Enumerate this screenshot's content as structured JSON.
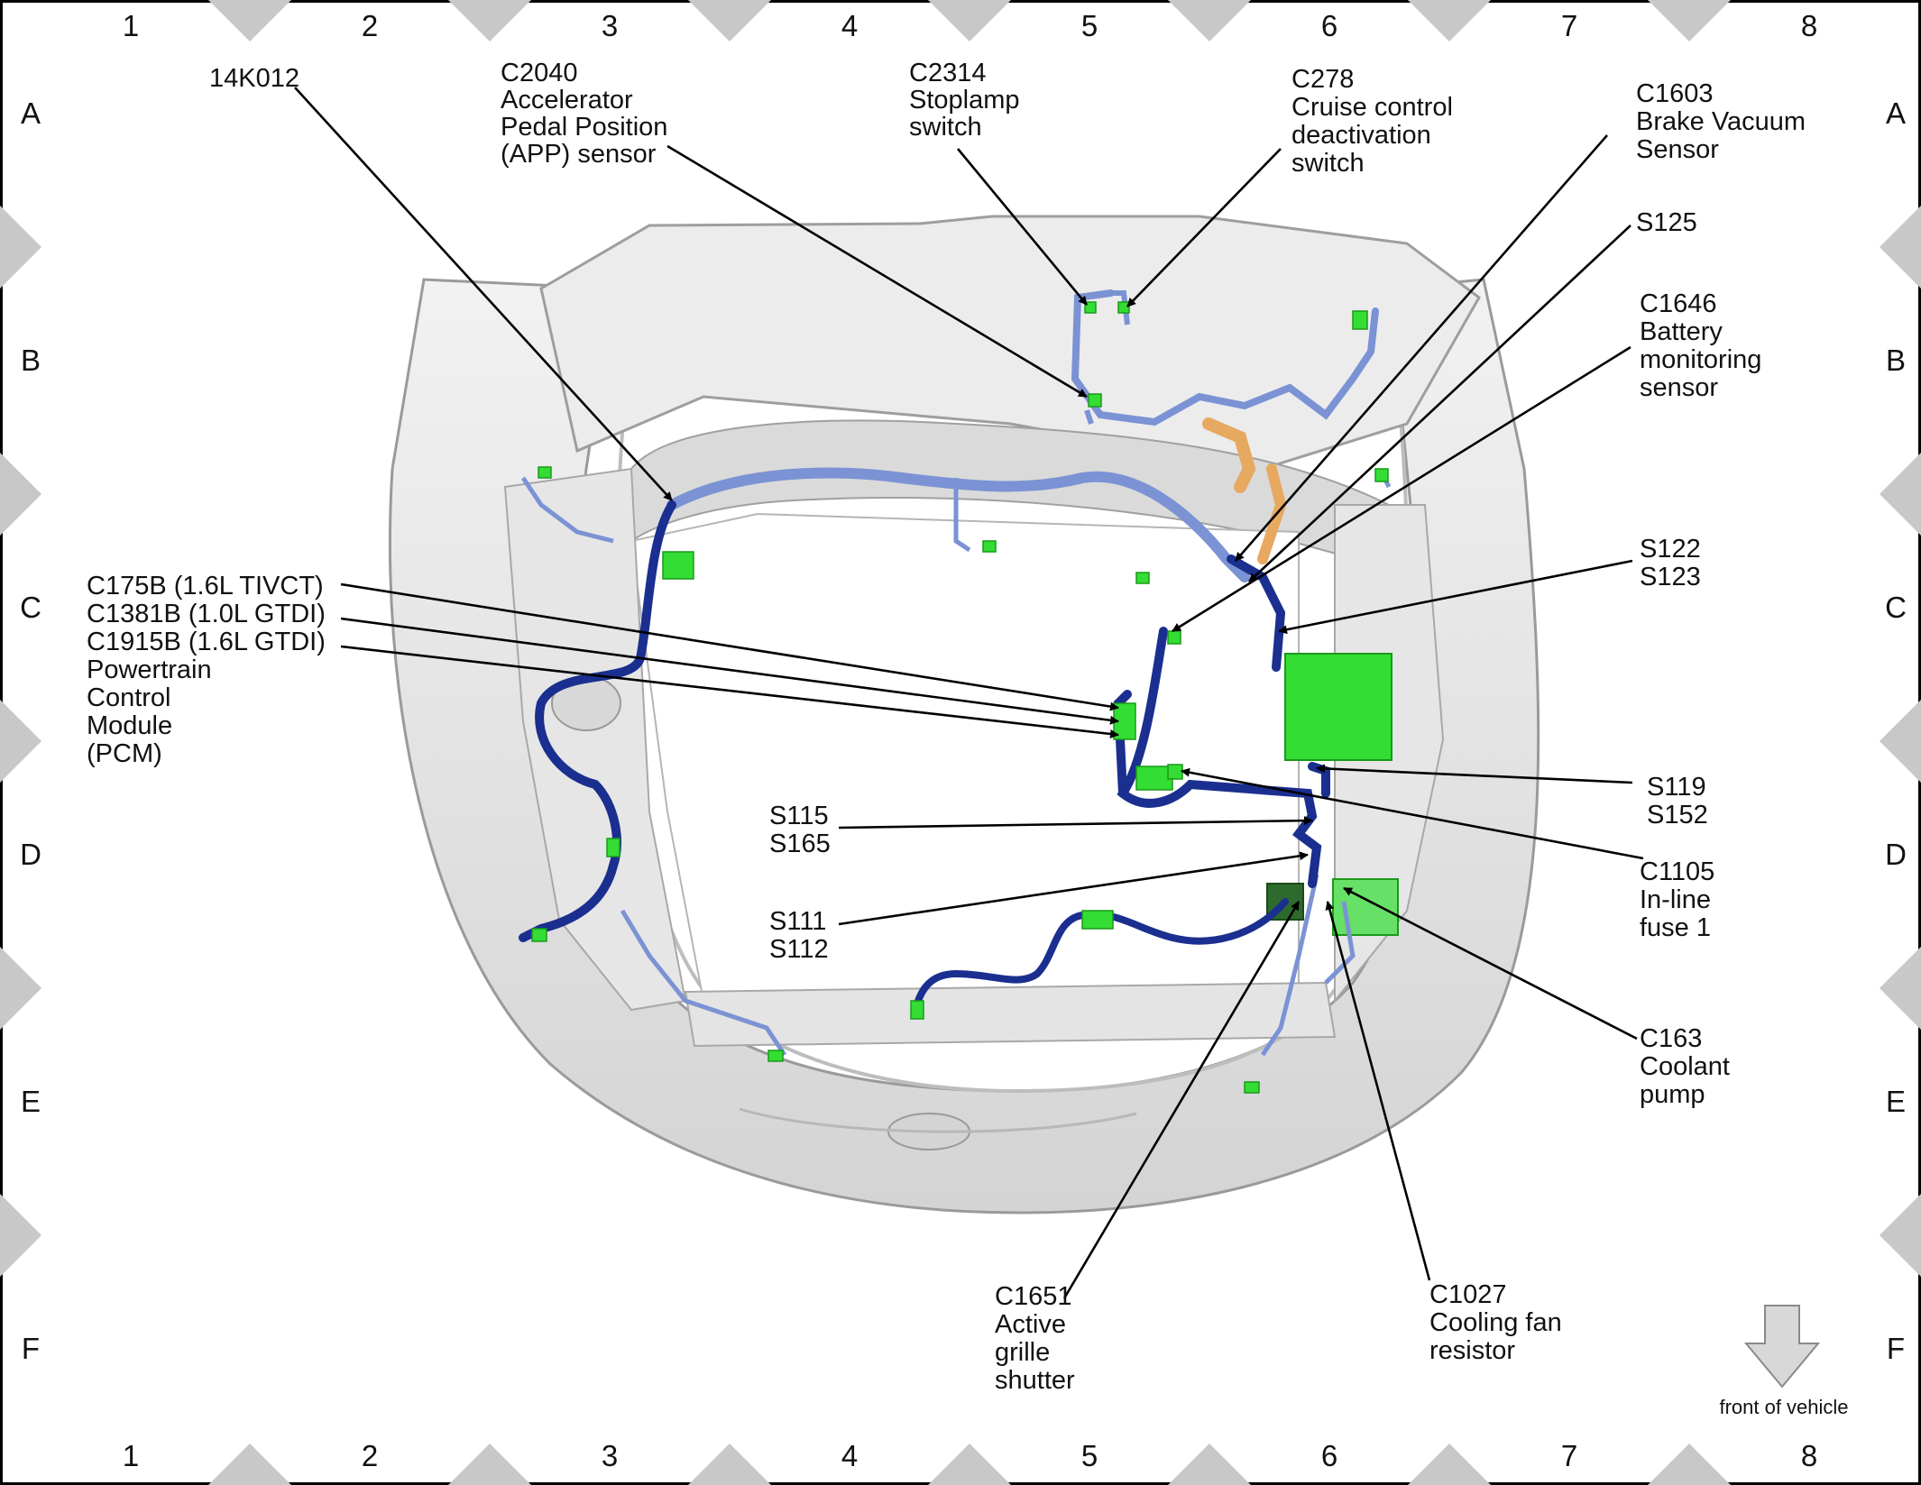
{
  "grid": {
    "columns": [
      "1",
      "2",
      "3",
      "4",
      "5",
      "6",
      "7",
      "8"
    ],
    "rows": [
      "A",
      "B",
      "C",
      "D",
      "E",
      "F"
    ]
  },
  "callouts": {
    "c14k012": [
      "14K012"
    ],
    "c2040": [
      "C2040",
      "Accelerator",
      "Pedal Position",
      "(APP) sensor"
    ],
    "c2314": [
      "C2314",
      "Stoplamp",
      "switch"
    ],
    "c278": [
      "C278",
      "Cruise control",
      "deactivation",
      "switch"
    ],
    "c1603": [
      "C1603",
      "Brake Vacuum",
      "Sensor"
    ],
    "s125": [
      "S125"
    ],
    "c1646": [
      "C1646",
      "Battery",
      "monitoring",
      "sensor"
    ],
    "s122": [
      "S122",
      "S123"
    ],
    "pcm": [
      "C175B (1.6L TIVCT)",
      "C1381B (1.0L GTDI)",
      "C1915B (1.6L GTDI)",
      "Powertrain",
      "Control",
      "Module",
      "(PCM)"
    ],
    "s119": [
      "S119",
      "S152"
    ],
    "s115": [
      "S115",
      "S165"
    ],
    "c1105": [
      "C1105",
      "In-line",
      "fuse 1"
    ],
    "s111": [
      "S111",
      "S112"
    ],
    "c163": [
      "C163",
      "Coolant",
      "pump"
    ],
    "c1651": [
      "C1651",
      "Active",
      "grille",
      "shutter"
    ],
    "c1027": [
      "C1027",
      "Cooling fan",
      "resistor"
    ]
  },
  "orientation": {
    "label": "front of vehicle",
    "icon": "down-arrow-icon"
  },
  "colors": {
    "harness_dark": "#1a2f8f",
    "harness_light": "#7b93d4",
    "connector": "#33dd33",
    "vacuum_hose": "#e7a860",
    "body": "#e2e2e2",
    "grid_marker": "#c8c8c8"
  }
}
